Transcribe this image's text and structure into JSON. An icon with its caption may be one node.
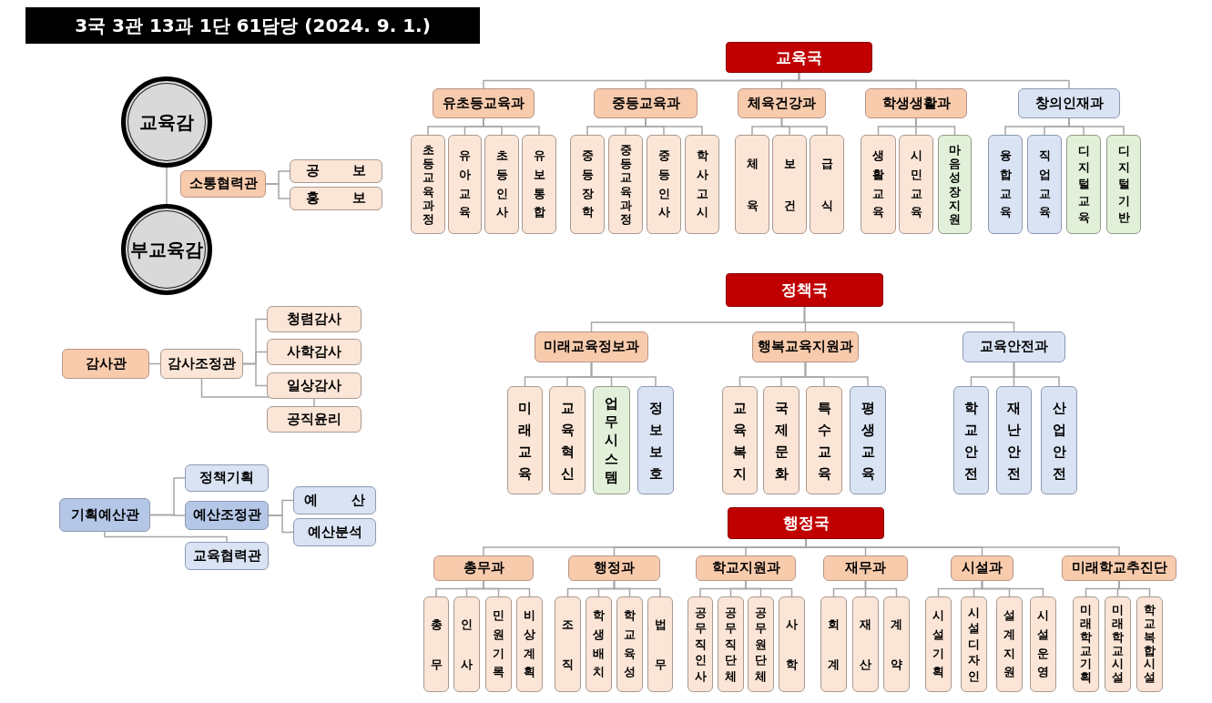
{
  "diagram": {
    "title": "3국 3관 13과 1단 61담당 (2024. 9. 1.)",
    "nodes": [
      {
        "text": [
          "교육감"
        ]
      },
      {
        "text": [
          "부교육감"
        ]
      },
      {
        "text": [
          "소통협력관"
        ]
      },
      {
        "text": [
          "공 보"
        ]
      },
      {
        "text": [
          "홍 보"
        ]
      },
      {
        "text": [
          "감사관"
        ]
      },
      {
        "text": [
          "감사조정관"
        ]
      },
      {
        "text": [
          "청렴감사"
        ]
      },
      {
        "text": [
          "사학감사"
        ]
      },
      {
        "text": [
          "일상감사"
        ]
      },
      {
        "text": [
          "공직윤리"
        ]
      },
      {
        "text": [
          "기획예산관"
        ]
      },
      {
        "text": [
          "정책기획"
        ]
      },
      {
        "text": [
          "예산조정관"
        ]
      },
      {
        "text": [
          "교육협력관"
        ]
      },
      {
        "text": [
          "예 산"
        ]
      },
      {
        "text": [
          "예산분석"
        ]
      },
      {
        "text": [
          "교육국"
        ]
      },
      {
        "text": [
          "유초등교육과"
        ]
      },
      {
        "text": [
          "중등교육과"
        ]
      },
      {
        "text": [
          "체육건강과"
        ]
      },
      {
        "text": [
          "학생생활과"
        ]
      },
      {
        "text": [
          "창의인재과"
        ]
      },
      {
        "text": [
          "초등교육과정"
        ]
      },
      {
        "text": [
          "유아교육"
        ]
      },
      {
        "text": [
          "초등인사"
        ]
      },
      {
        "text": [
          "유보통합"
        ]
      },
      {
        "text": [
          "중등장학"
        ]
      },
      {
        "text": [
          "중등교육과정"
        ]
      },
      {
        "text": [
          "중등인사"
        ]
      },
      {
        "text": [
          "학사고시"
        ]
      },
      {
        "text": [
          "체육"
        ]
      },
      {
        "text": [
          "보건"
        ]
      },
      {
        "text": [
          "급식"
        ]
      },
      {
        "text": [
          "생활교육"
        ]
      },
      {
        "text": [
          "시민교육"
        ]
      },
      {
        "text": [
          "마음성장지원"
        ]
      },
      {
        "text": [
          "융합교육"
        ]
      },
      {
        "text": [
          "직업교육"
        ]
      },
      {
        "text": [
          "디지털교육"
        ]
      },
      {
        "text": [
          "디지털기반"
        ]
      },
      {
        "text": [
          "정책국"
        ]
      },
      {
        "text": [
          "미래교육정보과"
        ]
      },
      {
        "text": [
          "행복교육지원과"
        ]
      },
      {
        "text": [
          "교육안전과"
        ]
      },
      {
        "text": [
          "미래교육"
        ]
      },
      {
        "text": [
          "교육혁신"
        ]
      },
      {
        "text": [
          "업무시스템"
        ]
      },
      {
        "text": [
          "정보보호"
        ]
      },
      {
        "text": [
          "교육복지"
        ]
      },
      {
        "text": [
          "국제문화"
        ]
      },
      {
        "text": [
          "특수교육"
        ]
      },
      {
        "text": [
          "평생교육"
        ]
      },
      {
        "text": [
          "학교안전"
        ]
      },
      {
        "text": [
          "재난안전"
        ]
      },
      {
        "text": [
          "산업안전"
        ]
      },
      {
        "text": [
          "행정국"
        ]
      },
      {
        "text": [
          "총무과"
        ]
      },
      {
        "text": [
          "행정과"
        ]
      },
      {
        "text": [
          "학교지원과"
        ]
      },
      {
        "text": [
          "재무과"
        ]
      },
      {
        "text": [
          "시설과"
        ]
      },
      {
        "text": [
          "미래학교추진단"
        ]
      },
      {
        "text": [
          "총무"
        ]
      },
      {
        "text": [
          "인사"
        ]
      },
      {
        "text": [
          "민원기록"
        ]
      },
      {
        "text": [
          "비상계획"
        ]
      },
      {
        "text": [
          "조직"
        ]
      },
      {
        "text": [
          "학생배치"
        ]
      },
      {
        "text": [
          "학교육성"
        ]
      },
      {
        "text": [
          "법무"
        ]
      },
      {
        "text": [
          "공무직인사"
        ]
      },
      {
        "text": [
          "공무직단체"
        ]
      },
      {
        "text": [
          "공무원단체"
        ]
      },
      {
        "text": [
          "사학"
        ]
      },
      {
        "text": [
          "회계"
        ]
      },
      {
        "text": [
          "재산"
        ]
      },
      {
        "text": [
          "계약"
        ]
      },
      {
        "text": [
          "시설기획"
        ]
      },
      {
        "text": [
          "시설디자인"
        ]
      },
      {
        "text": [
          "설계지원"
        ]
      },
      {
        "text": [
          "시설운영"
        ]
      },
      {
        "text": [
          "미래학교기획"
        ]
      },
      {
        "text": [
          "미래학교시설"
        ]
      },
      {
        "text": [
          "학교복합시설"
        ]
      }
    ],
    "edges": [
      {
        "from": 0,
        "to": 1,
        "arrow": "none"
      },
      {
        "from": 2,
        "to": 3,
        "arrow": "none"
      },
      {
        "from": 2,
        "to": 4,
        "arrow": "none"
      },
      {
        "from": 5,
        "to": 6,
        "arrow": "none"
      },
      {
        "from": 6,
        "to": 7,
        "arrow": "none"
      },
      {
        "from": 6,
        "to": 8,
        "arrow": "none"
      },
      {
        "from": 6,
        "to": 9,
        "arrow": "none"
      },
      {
        "from": 6,
        "to": 10,
        "arrow": "none"
      },
      {
        "from": 11,
        "to": 12,
        "arrow": "none"
      },
      {
        "from": 11,
        "to": 13,
        "arrow": "none"
      },
      {
        "from": 11,
        "to": 14,
        "arrow": "none"
      },
      {
        "from": 13,
        "to": 15,
        "arrow": "none"
      },
      {
        "from": 13,
        "to": 16,
        "arrow": "none"
      },
      {
        "from": 17,
        "to": 18,
        "arrow": "none"
      },
      {
        "from": 17,
        "to": 19,
        "arrow": "none"
      },
      {
        "from": 17,
        "to": 20,
        "arrow": "none"
      },
      {
        "from": 17,
        "to": 21,
        "arrow": "none"
      },
      {
        "from": 17,
        "to": 22,
        "arrow": "none"
      },
      {
        "from": 18,
        "to": 23,
        "arrow": "none"
      },
      {
        "from": 18,
        "to": 24,
        "arrow": "none"
      },
      {
        "from": 18,
        "to": 25,
        "arrow": "none"
      },
      {
        "from": 18,
        "to": 26,
        "arrow": "none"
      },
      {
        "from": 19,
        "to": 27,
        "arrow": "none"
      },
      {
        "from": 19,
        "to": 28,
        "arrow": "none"
      },
      {
        "from": 19,
        "to": 29,
        "arrow": "none"
      },
      {
        "from": 19,
        "to": 30,
        "arrow": "none"
      },
      {
        "from": 20,
        "to": 31,
        "arrow": "none"
      },
      {
        "from": 20,
        "to": 32,
        "arrow": "none"
      },
      {
        "from": 20,
        "to": 33,
        "arrow": "none"
      },
      {
        "from": 21,
        "to": 34,
        "arrow": "none"
      },
      {
        "from": 21,
        "to": 35,
        "arrow": "none"
      },
      {
        "from": 21,
        "to": 36,
        "arrow": "none"
      },
      {
        "from": 22,
        "to": 37,
        "arrow": "none"
      },
      {
        "from": 22,
        "to": 38,
        "arrow": "none"
      },
      {
        "from": 22,
        "to": 39,
        "arrow": "none"
      },
      {
        "from": 22,
        "to": 40,
        "arrow": "none"
      },
      {
        "from": 41,
        "to": 42,
        "arrow": "none"
      },
      {
        "from": 41,
        "to": 43,
        "arrow": "none"
      },
      {
        "from": 41,
        "to": 44,
        "arrow": "none"
      },
      {
        "from": 42,
        "to": 45,
        "arrow": "none"
      },
      {
        "from": 42,
        "to": 46,
        "arrow": "none"
      },
      {
        "from": 42,
        "to": 47,
        "arrow": "none"
      },
      {
        "from": 42,
        "to": 48,
        "arrow": "none"
      },
      {
        "from": 43,
        "to": 49,
        "arrow": "none"
      },
      {
        "from": 43,
        "to": 50,
        "arrow": "none"
      },
      {
        "from": 43,
        "to": 51,
        "arrow": "none"
      },
      {
        "from": 43,
        "to": 52,
        "arrow": "none"
      },
      {
        "from": 44,
        "to": 53,
        "arrow": "none"
      },
      {
        "from": 44,
        "to": 54,
        "arrow": "none"
      },
      {
        "from": 44,
        "to": 55,
        "arrow": "none"
      },
      {
        "from": 56,
        "to": 57,
        "arrow": "none"
      },
      {
        "from": 56,
        "to": 58,
        "arrow": "none"
      },
      {
        "from": 56,
        "to": 59,
        "arrow": "none"
      },
      {
        "from": 56,
        "to": 60,
        "arrow": "none"
      },
      {
        "from": 56,
        "to": 61,
        "arrow": "none"
      },
      {
        "from": 56,
        "to": 62,
        "arrow": "none"
      },
      {
        "from": 57,
        "to": 63,
        "arrow": "none"
      },
      {
        "from": 57,
        "to": 64,
        "arrow": "none"
      },
      {
        "from": 57,
        "to": 65,
        "arrow": "none"
      },
      {
        "from": 57,
        "to": 66,
        "arrow": "none"
      },
      {
        "from": 58,
        "to": 67,
        "arrow": "none"
      },
      {
        "from": 58,
        "to": 68,
        "arrow": "none"
      },
      {
        "from": 58,
        "to": 69,
        "arrow": "none"
      },
      {
        "from": 58,
        "to": 70,
        "arrow": "none"
      },
      {
        "from": 59,
        "to": 71,
        "arrow": "none"
      },
      {
        "from": 59,
        "to": 72,
        "arrow": "none"
      },
      {
        "from": 59,
        "to": 73,
        "arrow": "none"
      },
      {
        "from": 59,
        "to": 74,
        "arrow": "none"
      },
      {
        "from": 60,
        "to": 75,
        "arrow": "none"
      },
      {
        "from": 60,
        "to": 76,
        "arrow": "none"
      },
      {
        "from": 60,
        "to": 77,
        "arrow": "none"
      },
      {
        "from": 61,
        "to": 78,
        "arrow": "none"
      },
      {
        "from": 61,
        "to": 79,
        "arrow": "none"
      },
      {
        "from": 61,
        "to": 80,
        "arrow": "none"
      },
      {
        "from": 61,
        "to": 81,
        "arrow": "none"
      },
      {
        "from": 62,
        "to": 82,
        "arrow": "none"
      },
      {
        "from": 62,
        "to": 83,
        "arrow": "none"
      },
      {
        "from": 62,
        "to": 84,
        "arrow": "none"
      }
    ]
  }
}
